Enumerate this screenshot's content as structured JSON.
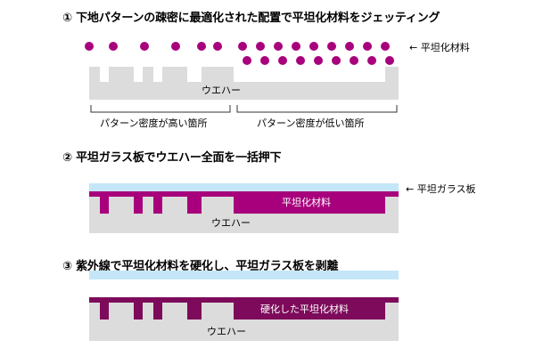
{
  "step1": {
    "title": "① 下地パターンの疎密に最適化された配置で平坦化材料をジェッティング",
    "material_label": "← 平坦化材料",
    "wafer_label": "ウエハー",
    "dense_label": "パターン密度が高い箇所",
    "sparse_label": "パターン密度が低い箇所"
  },
  "step2": {
    "title": "② 平坦ガラス板でウエハー全面を一括押下",
    "glass_label": "← 平坦ガラス板",
    "material_label": "平坦化材料",
    "wafer_label": "ウエハー"
  },
  "step3": {
    "title": "③ 紫外線で平坦化材料を硬化し、平坦ガラス板を剥離",
    "cured_label": "硬化した平坦化材料",
    "wafer_label": "ウエハー"
  },
  "colors": {
    "wafer": "#dcdcdc",
    "droplet": "#a8007c",
    "material": "#a8007c",
    "cured": "#7d0a5a",
    "glass": "#c4e6f8"
  }
}
